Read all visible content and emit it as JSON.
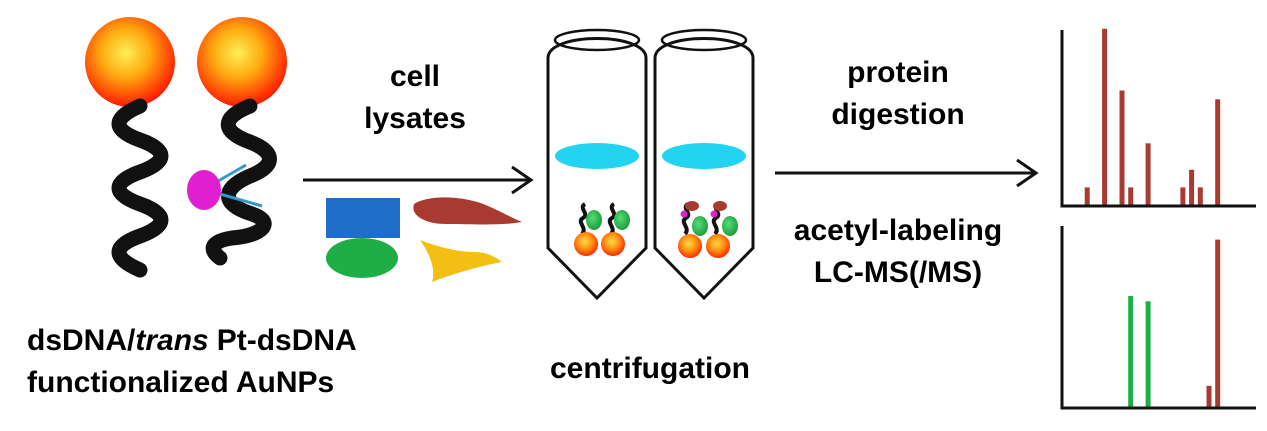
{
  "labels": {
    "step1_line1": "cell",
    "step1_line2": "lysates",
    "step2_line1": "protein",
    "step2_line2": "digestion",
    "step3_line1": "acetyl-labeling",
    "step3_line2": "LC-MS(/MS)",
    "tube_caption": "centrifugation",
    "np_caption_line1_a": "dsDNA/",
    "np_caption_line1_b": "trans",
    "np_caption_line1_c": "Pt-dsDNA",
    "np_caption_line2": "functionalized AuNPs"
  },
  "colors": {
    "gold_np_center": "#ffee55",
    "gold_np_edge": "#ff1a00",
    "dna": "#111111",
    "platinum_dot": "#e020d0",
    "crosslink": "#3399cc",
    "protein_blue": "#1f6fc8",
    "protein_brown": "#a83a32",
    "protein_green": "#1fae45",
    "protein_yellow": "#f2bf12",
    "supernatant": "#22d4ef",
    "spectrum_top": "#a83a32",
    "spectrum_bottom_green": "#1fae45",
    "spectrum_bottom_red": "#a83a32"
  },
  "chart_data": [
    {
      "type": "bar",
      "x": [
        1,
        2,
        3,
        4,
        5,
        6,
        7,
        8,
        9,
        10,
        11,
        12,
        13,
        14,
        15,
        16,
        17,
        18,
        19
      ],
      "values": [
        0,
        1,
        0,
        10,
        0,
        6.5,
        1,
        0,
        3.5,
        0,
        0,
        0,
        1,
        2,
        1,
        0,
        6,
        0,
        0
      ],
      "ylim": [
        0,
        10.5
      ]
    },
    {
      "type": "bar",
      "x": [
        1,
        2,
        3,
        4,
        5,
        6,
        7,
        8,
        9,
        10,
        11,
        12,
        13,
        14,
        15,
        16,
        17,
        18,
        19
      ],
      "green_values": [
        0,
        0,
        0,
        0,
        0,
        0,
        6.3,
        0,
        6.0,
        0,
        0,
        0,
        0,
        0,
        0,
        0,
        0,
        0,
        0
      ],
      "red_values": [
        0,
        0,
        0,
        0,
        0,
        0,
        0,
        0,
        0,
        0,
        0,
        0,
        0,
        0,
        0,
        1.2,
        9.5,
        0,
        0
      ],
      "ylim": [
        0,
        10.5
      ]
    }
  ]
}
